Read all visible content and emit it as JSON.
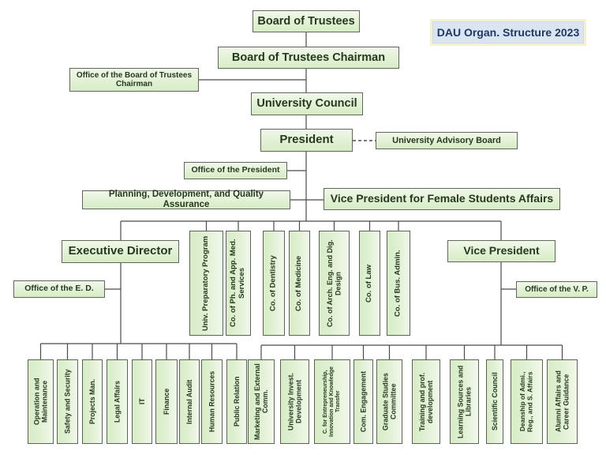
{
  "title_badge": {
    "label": "DAU Organ. Structure 2023"
  },
  "nodes": {
    "board_of_trustees": "Board of Trustees",
    "board_chairman": "Board of Trustees Chairman",
    "office_board_chairman": "Office of the Board of Trustees Chairman",
    "university_council": "University Council",
    "president": "President",
    "university_advisory_board": "University Advisory Board",
    "office_of_the_president": "Office of the President",
    "planning_development_qa": "Planning, Development, and Quality Assurance",
    "vp_female_students": "Vice President for Female Students Affairs",
    "executive_director": "Executive Director",
    "office_of_the_ed": "Office of the E. D.",
    "vice_president": "Vice President",
    "office_of_the_vp": "Office of the V. P."
  },
  "colleges": [
    {
      "label": "Univ. Preparatory Program"
    },
    {
      "label": "Co. of Ph. and App. Med. Services"
    },
    {
      "label": "Co. of Dentistry"
    },
    {
      "label": "Co. of Medicine"
    },
    {
      "label": "Co. of Arch. Eng. and Dig. Design"
    },
    {
      "label": "Co. of Law"
    },
    {
      "label": "Co. of Bus. Admin."
    }
  ],
  "ed_departments": [
    {
      "label": "Operation and Maintenance"
    },
    {
      "label": "Safety and Security"
    },
    {
      "label": "Projects Man."
    },
    {
      "label": "Legal Affairs"
    },
    {
      "label": "IT"
    },
    {
      "label": "Finance"
    },
    {
      "label": "Internal Audit"
    },
    {
      "label": "Human Resources"
    },
    {
      "label": "Public Relation"
    }
  ],
  "vp_departments": [
    {
      "label": "Marketing and External Comm."
    },
    {
      "label": "University Invest. Development"
    },
    {
      "label": "C. for Entrepreneurship, Innovation and Knowledge Transfer"
    },
    {
      "label": "Com. Engagement"
    },
    {
      "label": "Graduate Studies Committee"
    },
    {
      "label": "Training and prof. development"
    },
    {
      "label": "Learning Sources and Libraries"
    },
    {
      "label": "Scientific Council"
    },
    {
      "label": "Deanship of Admi., Reg., and S. Affairs"
    },
    {
      "label": "Alumni Affairs and Career Guidance"
    }
  ],
  "colors": {
    "box_fill_top": "#f1f8ea",
    "box_fill_bottom": "#d7ecc6",
    "box_border": "#60665a",
    "box_text": "#24391f",
    "connector": "#4a4a4a",
    "badge_bg": "#dbe5f1",
    "badge_text": "#1f3864",
    "badge_glow": "#f3f2cd"
  }
}
